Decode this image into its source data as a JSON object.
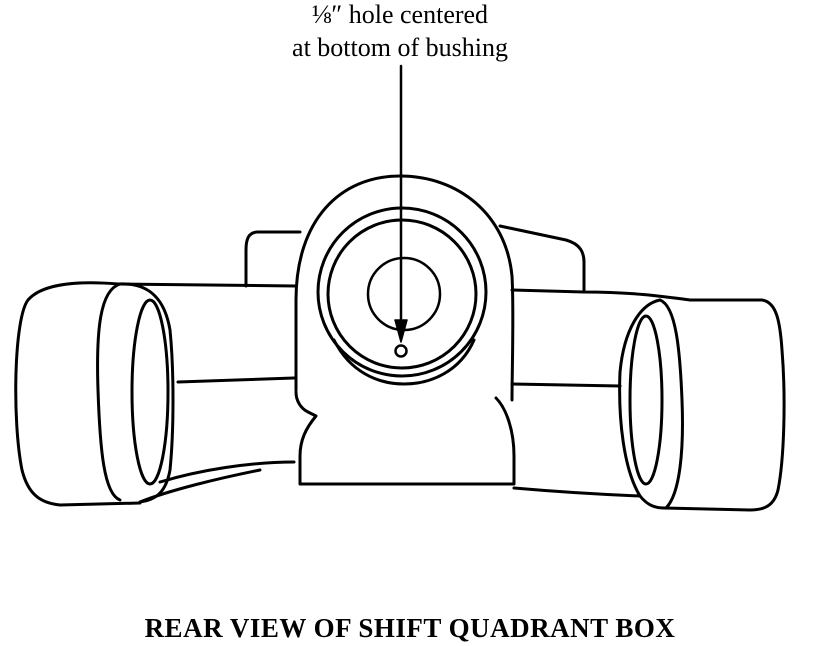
{
  "callout": {
    "line1": "⅛″ hole centered",
    "line2": "at bottom of bushing"
  },
  "caption": "REAR VIEW OF SHIFT QUADRANT BOX",
  "colors": {
    "ink": "#000000",
    "paper": "#ffffff"
  }
}
